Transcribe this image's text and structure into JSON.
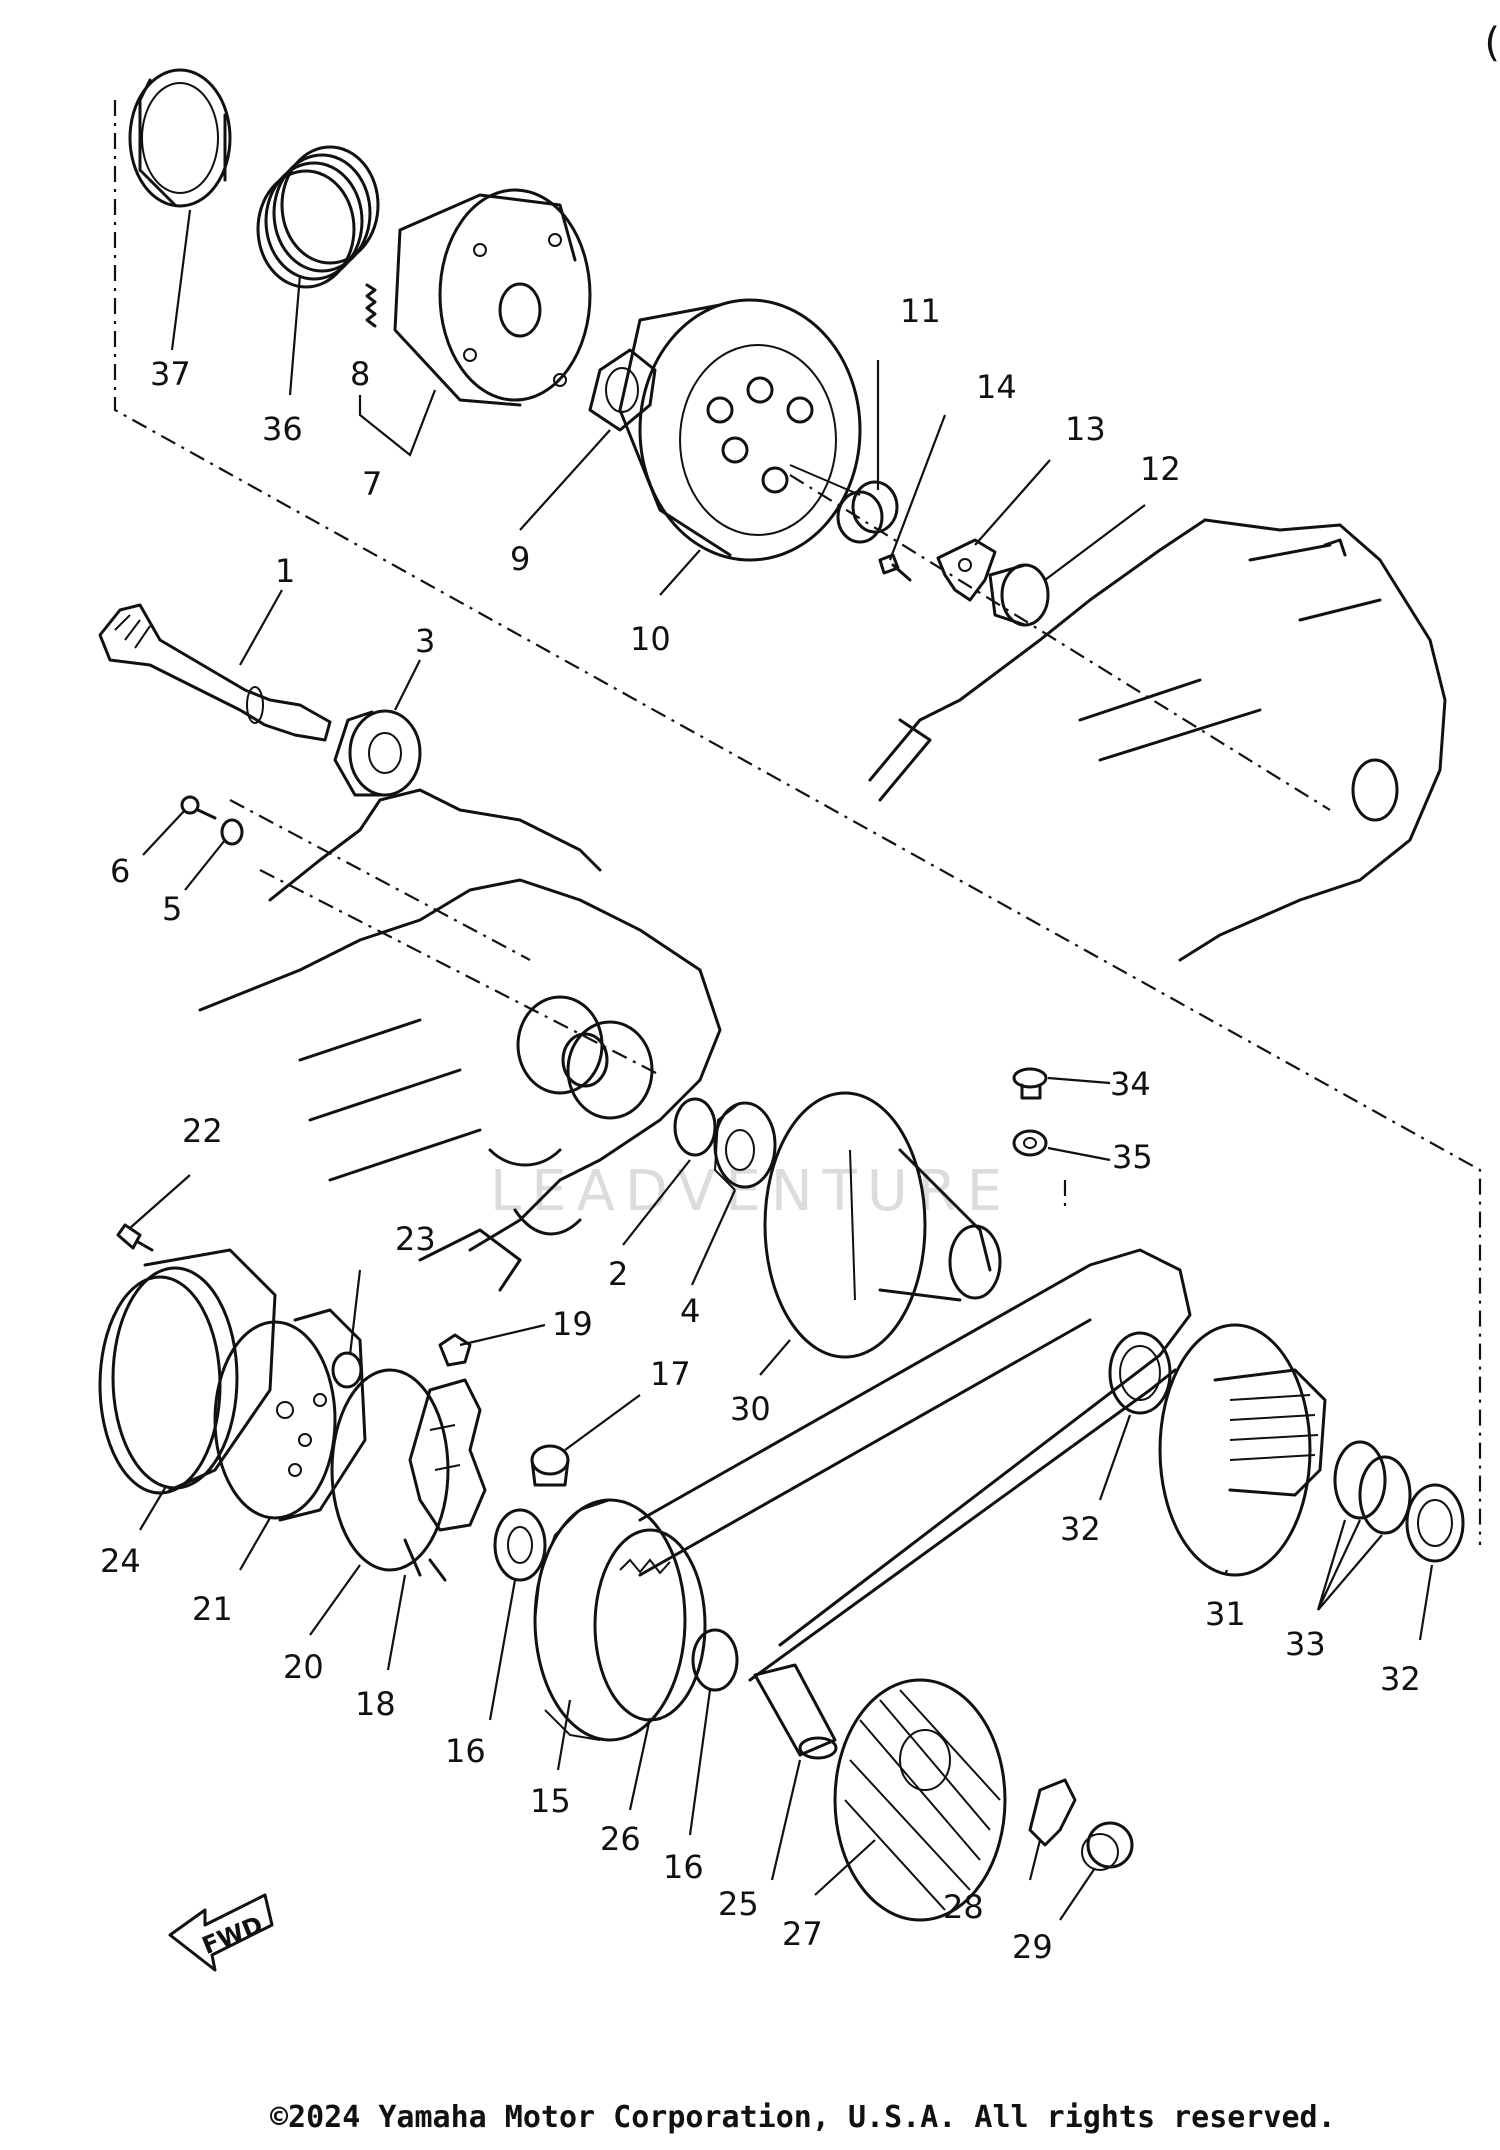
{
  "diagram": {
    "callouts": [
      "37",
      "36",
      "8",
      "7",
      "9",
      "10",
      "11",
      "14",
      "13",
      "12",
      "1",
      "3",
      "6",
      "5",
      "22",
      "23",
      "19",
      "17",
      "2",
      "4",
      "34",
      "35",
      "30",
      "24",
      "21",
      "20",
      "18",
      "16",
      "15",
      "26",
      "25",
      "27",
      "28",
      "29",
      "32",
      "31",
      "33"
    ],
    "direction_label": "FWD",
    "watermark": "LEADVENTURE",
    "corner_mark": "("
  },
  "footer": {
    "copyright": "©2024 Yamaha Motor Corporation, U.S.A. All rights reserved."
  }
}
